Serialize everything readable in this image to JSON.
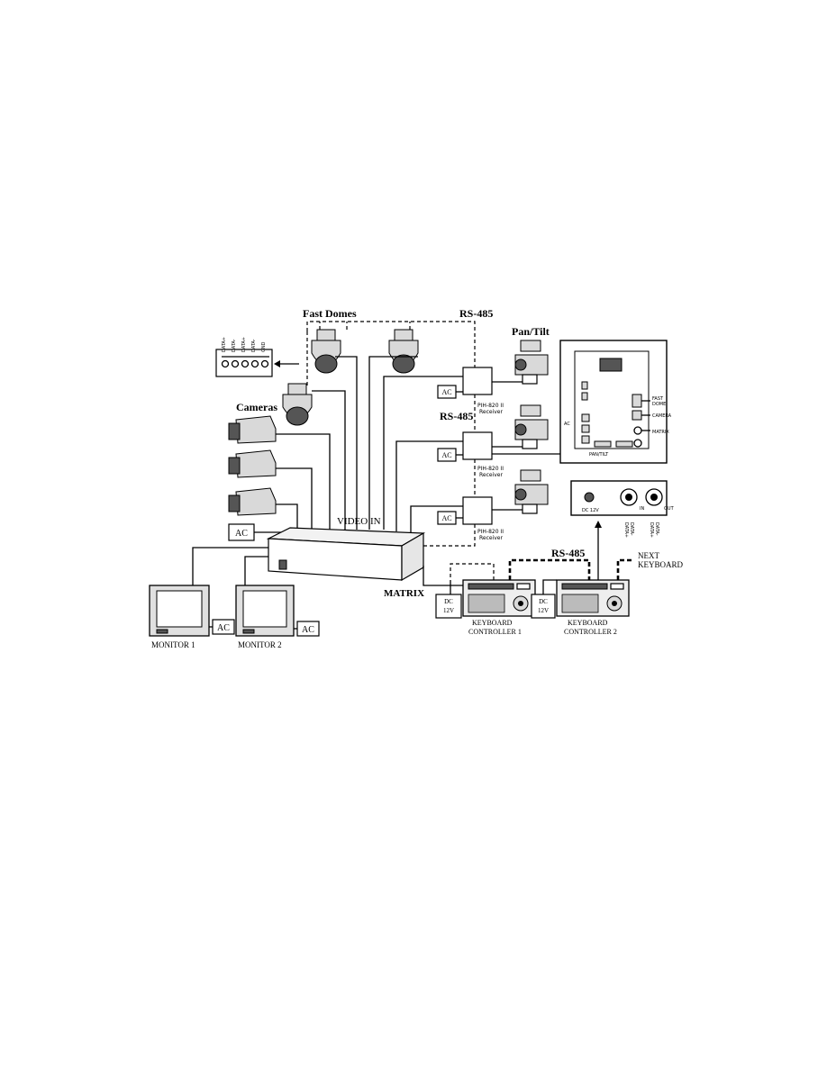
{
  "diagram": {
    "labels": {
      "fast_domes": "Fast Domes",
      "rs485_top": "RS-485",
      "pan_tilt": "Pan/Tilt",
      "cameras": "Cameras",
      "rs485_mid": "RS-485",
      "video_in": "VIDEO IN",
      "matrix": "MATRIX",
      "rs485_bottom": "RS-485",
      "next_keyboard": "NEXT\nKEYBOARD",
      "monitor_1": "MONITOR 1",
      "monitor_2": "MONITOR 2",
      "keyboard_controller_1": "KEYBOARD\nCONTROLLER 1",
      "keyboard_controller_2": "KEYBOARD\nCONTROLLER 2",
      "dc_12v_1": "DC\n12V",
      "dc_12v_2": "DC\n12V",
      "receiver": "PIH-820 II\nReceiver"
    },
    "ac_boxes": [
      "AC",
      "AC",
      "AC",
      "AC",
      "AC",
      "AC"
    ],
    "terminal_pins": [
      "DATA+",
      "DATA-",
      "DATA+",
      "DATA-",
      "GND"
    ],
    "receiver_board": {
      "fast_dome": "FAST\nDOME",
      "camera": "CAMERA",
      "matrix": "MATRIX",
      "ac": "AC",
      "pan_tilt": "PAN/TILT"
    },
    "junction_box": {
      "dc12v": "DC 12V",
      "in": "IN",
      "out": "OUT",
      "pins_in": "DATA+\nDATA-",
      "pins_out": "DATA+\nDATA-"
    }
  }
}
